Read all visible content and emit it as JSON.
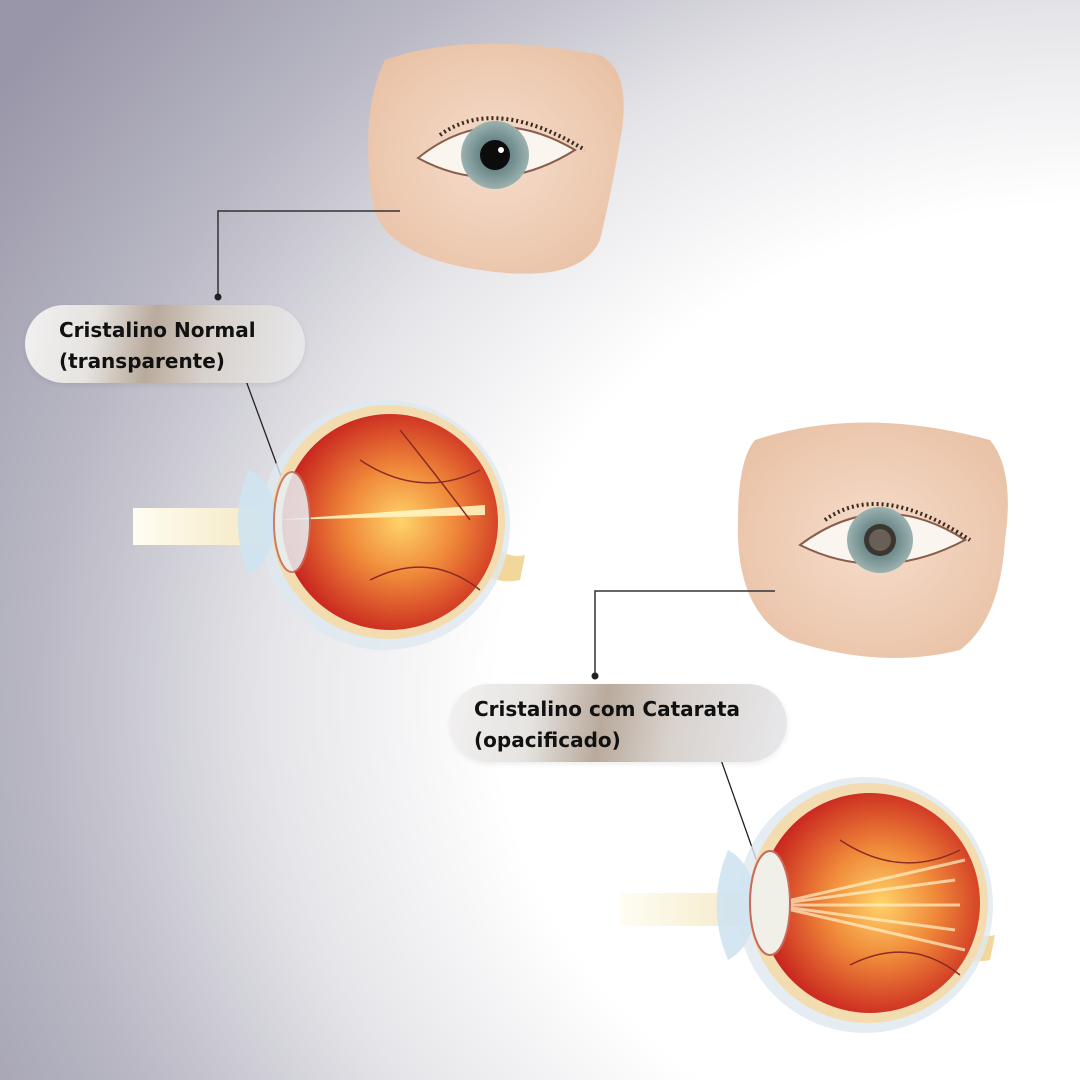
{
  "labels": {
    "normal": {
      "line1": "Cristalino Normal",
      "line2": "(transparente)"
    },
    "cataract": {
      "line1": "Cristalino com Catarata",
      "line2": "(opacificado)"
    }
  },
  "colors": {
    "skin": "#f0cdb4",
    "iris": "#7f9a9c",
    "retina": "#d8392a",
    "beam": "#f6ecc8",
    "leader": "#333333"
  }
}
